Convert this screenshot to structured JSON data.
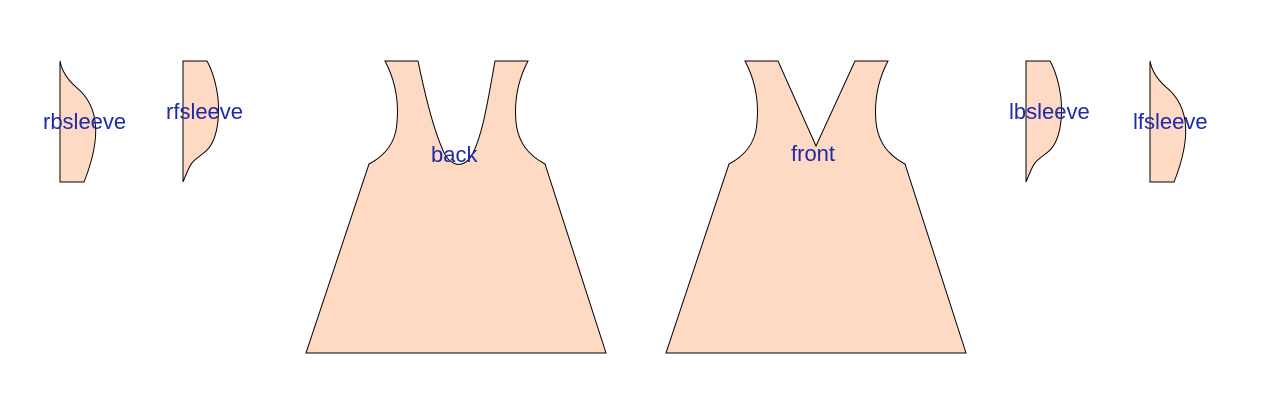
{
  "colors": {
    "fabric_fill": "#fedac5",
    "outline": "#000000",
    "label_text": "#1f2aa8",
    "background": "#ffffff"
  },
  "pieces": {
    "rbsleeve": {
      "label": "rbsleeve"
    },
    "rfsleeve": {
      "label": "rfsleeve"
    },
    "back": {
      "label": "back"
    },
    "front": {
      "label": "front"
    },
    "lbsleeve": {
      "label": "lbsleeve"
    },
    "lfsleeve": {
      "label": "lfsleeve"
    }
  }
}
